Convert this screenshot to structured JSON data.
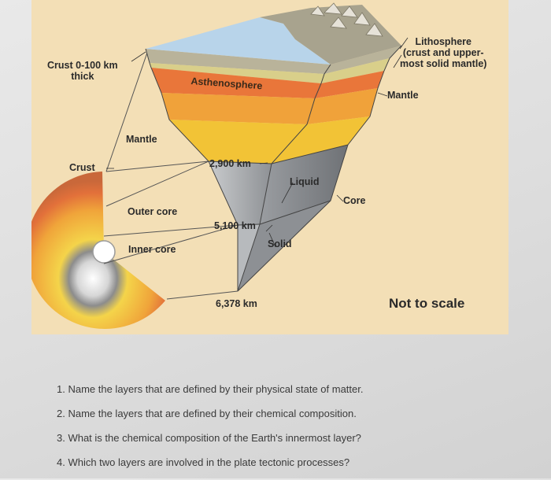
{
  "diagram": {
    "labels": {
      "crust_range": "Crust 0-100 km",
      "crust_range_2": "thick",
      "asthenosphere": "Asthenosphere",
      "lithosphere_1": "Lithosphere",
      "lithosphere_2": "(crust and upper-",
      "lithosphere_3": "most solid mantle)",
      "mantle_right": "Mantle",
      "mantle_left": "Mantle",
      "crust": "Crust",
      "depth_2900": "2,900 km",
      "liquid": "Liquid",
      "core": "Core",
      "outer_core": "Outer core",
      "depth_5100": "5,100 km",
      "solid": "Solid",
      "inner_core": "Inner core",
      "depth_6378": "6,378 km",
      "scale_note": "Not to scale"
    },
    "colors": {
      "background": "#f3dfb6",
      "ocean": "#b8d4ea",
      "crust": "#b9b39a",
      "lithosphere_mantle": "#d9cf8a",
      "asthenosphere": "#e9763a",
      "upper_mantle": "#f0a23a",
      "lower_mantle": "#f2c336",
      "outer_core": "#9fa2a6",
      "inner_core": "#b7babd"
    }
  },
  "questions": [
    "1. Name the layers that are defined by their physical state of matter.",
    "2. Name the layers that are defined by their chemical composition.",
    "3. What is the chemical composition of the Earth's innermost layer?",
    "4. Which two layers are involved in the plate tectonic processes?"
  ]
}
